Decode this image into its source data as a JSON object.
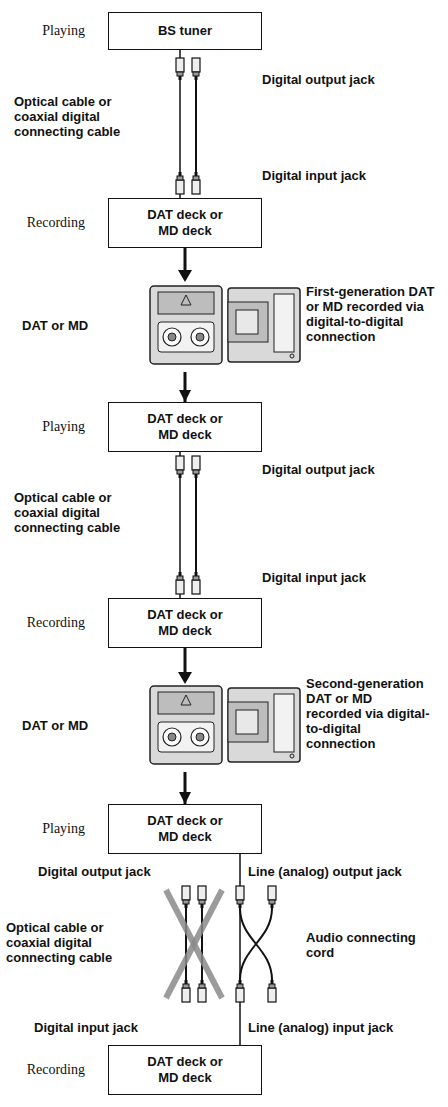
{
  "diagram": {
    "nodes": [
      {
        "text": [
          "Playing",
          "BS tuner"
        ]
      },
      {
        "text": [
          "Recording",
          "DAT deck or MD deck"
        ]
      },
      {
        "text": [
          "Playing",
          "DAT deck or MD deck"
        ]
      },
      {
        "text": [
          "Recording",
          "DAT deck or MD deck"
        ]
      },
      {
        "text": [
          "Playing",
          "DAT deck or MD deck"
        ]
      },
      {
        "text": [
          "Recording",
          "DAT deck or MD deck"
        ]
      }
    ],
    "edges": [
      {
        "from": 0,
        "to": 1,
        "arrow": "none"
      },
      {
        "from": 1,
        "to": 2,
        "arrow": "to"
      },
      {
        "from": 2,
        "to": 3,
        "arrow": "none"
      },
      {
        "from": 3,
        "to": 4,
        "arrow": "to"
      },
      {
        "from": 4,
        "to": 5,
        "arrow": "none"
      }
    ],
    "labels": [
      "Optical cable or coaxial digital connecting cable",
      "Digital output jack",
      "Digital input jack",
      "DAT or MD",
      "First-generation DAT or MD recorded via digital-to-digital connection",
      "Optical cable or coaxial digital connecting cable",
      "Digital output jack",
      "Digital input jack",
      "DAT or MD",
      "Second-generation DAT or MD recorded via digital-to-digital connection",
      "Digital output jack",
      "Line (analog) output jack",
      "Optical cable or coaxial digital connecting cable",
      "Audio connecting cord",
      "Digital input jack",
      "Line (analog) input jack"
    ]
  }
}
